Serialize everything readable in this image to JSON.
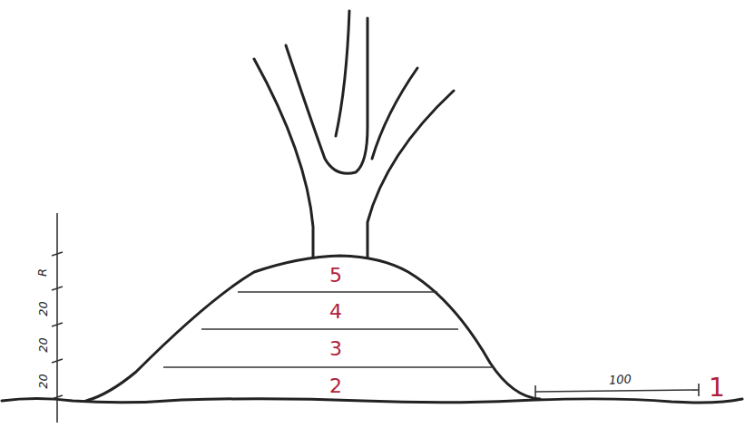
{
  "diagram": {
    "labels": [
      "20",
      "20",
      "20",
      "R",
      "5",
      "4",
      "3",
      "2",
      "100",
      "1"
    ]
  }
}
